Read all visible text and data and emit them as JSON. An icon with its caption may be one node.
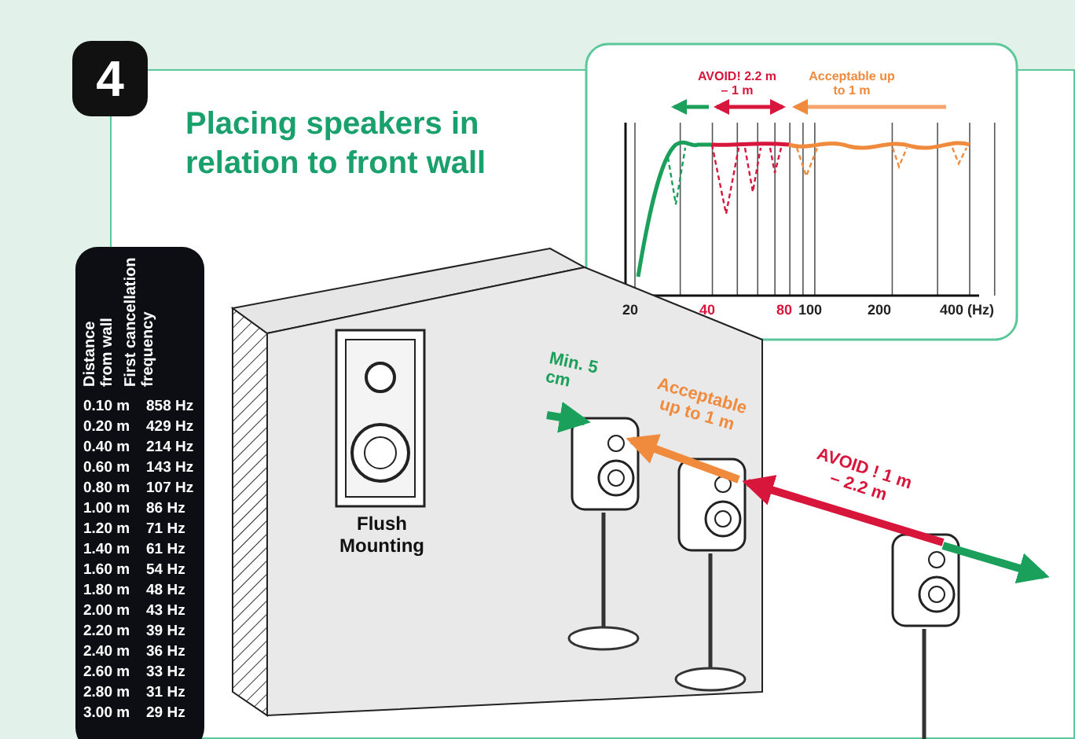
{
  "diagram": {
    "title": "Placing speakers in relation to front wall",
    "labels": [
      "4",
      "Distance from wall",
      "First cancellation frequency",
      "0.10 m",
      "858 Hz",
      "0.20 m",
      "429 Hz",
      "0.40 m",
      "214 Hz",
      "0.60 m",
      "143 Hz",
      "0.80 m",
      "107 Hz",
      "1.00 m",
      "86 Hz",
      "1.20 m",
      "71 Hz",
      "1.40 m",
      "61 Hz",
      "1.60 m",
      "54 Hz",
      "1.80 m",
      "48 Hz",
      "2.00 m",
      "43 Hz",
      "2.20 m",
      "39 Hz",
      "2.40 m",
      "36 Hz",
      "2.60 m",
      "33 Hz",
      "2.80 m",
      "31 Hz",
      "3.00 m",
      "29 Hz",
      "AVOID! 2.2 m – 1 m",
      "Acceptable up to 1 m",
      "20",
      "40",
      "80",
      "100",
      "200",
      "400 (Hz)",
      "Flush Mounting",
      "Min. 5 cm",
      "Acceptable up to 1 m",
      "AVOID ! 1 m – 2.2 m"
    ]
  }
}
